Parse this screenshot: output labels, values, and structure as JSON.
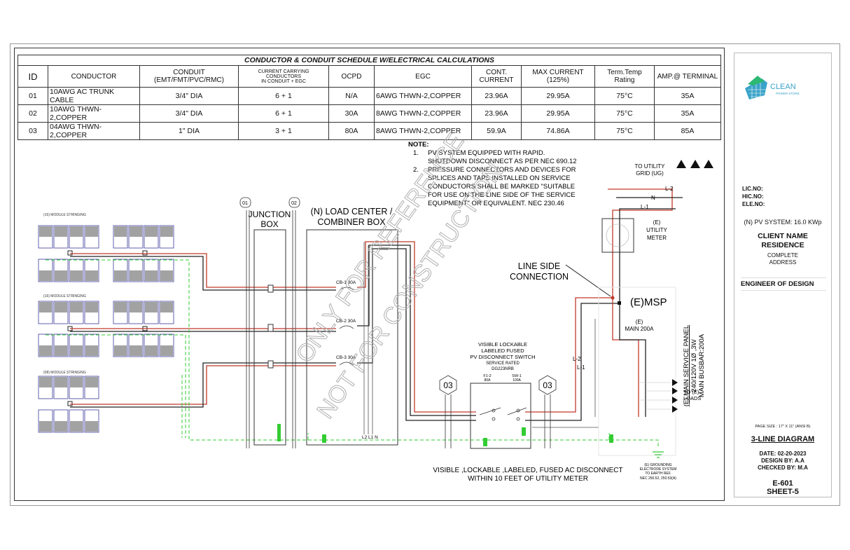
{
  "schedule": {
    "title": "CONDUCTOR & CONDUIT SCHEDULE W/ELECTRICAL CALCULATIONS",
    "headers": [
      "ID",
      "CONDUCTOR",
      "CONDUIT",
      "(EMT/FMT/PVC/RMC)",
      "CURRENT CARRYING CONDUCTORS",
      "IN CONDUIT + EGC",
      "OCPD",
      "EGC",
      "CONT.",
      "CURRENT",
      "MAX CURRENT (125%)",
      "Term.Temp Rating",
      "AMP.@ TERMINAL"
    ],
    "rows": [
      [
        "01",
        "10AWG AC TRUNK CABLE",
        "3/4\" DIA",
        "6 + 1",
        "N/A",
        "6AWG THWN-2,COPPER",
        "23.96A",
        "29.95A",
        "75°C",
        "35A"
      ],
      [
        "02",
        "10AWG THWN-2,COPPER",
        "3/4\" DIA",
        "6 + 1",
        "30A",
        "8AWG THWN-2,COPPER",
        "23.96A",
        "29.95A",
        "75°C",
        "35A"
      ],
      [
        "03",
        "04AWG THWN-2,COPPER",
        "1\" DIA",
        "3 + 1",
        "80A",
        "8AWG THWN-2,COPPER",
        "59.9A",
        "74.86A",
        "75°C",
        "85A"
      ]
    ]
  },
  "notes": {
    "title": "NOTE:",
    "items": [
      {
        "num": "1.",
        "lines": [
          "PV SYSTEM EQUIPPED WITH RAPID.",
          "SHUTDOWN DISCONNECT AS PER NEC 690.12"
        ]
      },
      {
        "num": "2.",
        "lines": [
          "PRESSURE CONNECTORS AND DEVICES FOR",
          "SPLICES AND TAPS INSTALLED ON SERVICE",
          "CONDUCTORS SHALL BE MARKED \"SUITABLE",
          "FOR USE ON THE LINE SIDE OF THE SERVICE",
          "EQUIPMENT\" OR EQUIVALENT. NEC 230.46"
        ]
      }
    ]
  },
  "diagram": {
    "strings": [
      "(16) MODULE STRINGING",
      "(16) MODULE STRINGING",
      "(08) MODULE STRINGING"
    ],
    "tags": {
      "t01": "01",
      "t02": "02",
      "t03": "03"
    },
    "junction_box": [
      "JUNCTION",
      "BOX"
    ],
    "load_center": [
      "(N) LOAD CENTER /",
      "COMBINER BOX"
    ],
    "breakers": [
      "CB-1 30A",
      "CB-2 30A",
      "CB-3 30A"
    ],
    "lc_terminals": "L2 L1 N",
    "disconnect": [
      "VISIBLE LOCKABLE",
      "LABELED FUSED",
      "PV DISCONNECT SWITCH",
      "SERVICE RATED",
      "DG223NRB"
    ],
    "fuse_label": [
      "F1-2",
      "80A"
    ],
    "switch_label": [
      "SW-1",
      "100A"
    ],
    "ac_disconnect_note": [
      "VISIBLE ,LOCKABLE ,LABELED, FUSED AC DISCONNECT",
      "WITHIN 10 FEET OF UTILITY METER"
    ],
    "utility_grid": [
      "TO UTILITY",
      "GRID (UG)"
    ],
    "lines": {
      "l2": "L-2",
      "n": "N",
      "l1": "L-1"
    },
    "meter": [
      "(E)",
      "UTILITY",
      "METER"
    ],
    "line_side": [
      "LINE SIDE",
      "CONNECTION"
    ],
    "msp": "(E)MSP",
    "main_breaker": [
      "(E)",
      "MAIN 200A"
    ],
    "panel_spec": [
      "(E) MAIN SERVICE PANEL",
      "240/120V 1Ø ,3W",
      "MAIN BUSBAR:200A"
    ],
    "loads": [
      "TO (E)",
      "LOADS"
    ],
    "grounding": [
      "(E) GROUNDING",
      "ELECTRODE SYSTEM",
      "TO EARTH REF.",
      "NEC 250.52, 250.53(A)"
    ],
    "watermark": [
      "ONLY FOR REFERENCE",
      "NOT FOR CONSTRUCTION"
    ],
    "colors": {
      "line1": "#c0392b",
      "line2": "#222222",
      "ground": "#33cc33",
      "module": "#3a3a9a",
      "watermark": "#b0b0b0"
    }
  },
  "title_block": {
    "logo": {
      "name": "CLEAN",
      "sub": "POWER STORE"
    },
    "lic": [
      "LIC.NO:",
      "HIC.NO:",
      "ELE.NO:"
    ],
    "system": "(N) PV SYSTEM: 16.0 KWp",
    "client": [
      "CLIENT NAME",
      "RESIDENCE"
    ],
    "address": [
      "COMPLETE",
      "ADDRESS"
    ],
    "engineer": "ENGINEER OF DESIGN",
    "page_size": "PAGE SIZE : 17\" X 11\" (ANSI B)",
    "sheet_title": "3-LINE DIAGRAM",
    "date": "DATE: 02-20-2023",
    "design_by": "DESIGN BY: A.A",
    "checked_by": "CHECKED BY: M.A",
    "sheet_no": "E-601",
    "sheet": "SHEET-5"
  }
}
